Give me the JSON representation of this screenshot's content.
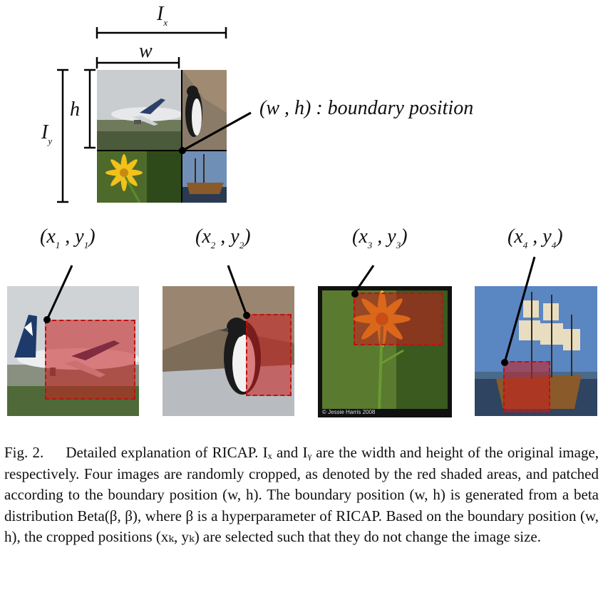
{
  "figure": {
    "dimension_labels": {
      "Ix": {
        "main": "I",
        "sub": "x"
      },
      "Iy": {
        "main": "I",
        "sub": "y"
      },
      "w": "w",
      "h": "h"
    },
    "boundary_label": "(w , h) : boundary position",
    "crop_labels": [
      {
        "main_x": "x",
        "sub_x": "1",
        "main_y": "y",
        "sub_y": "1"
      },
      {
        "main_x": "x",
        "sub_x": "2",
        "main_y": "y",
        "sub_y": "2"
      },
      {
        "main_x": "x",
        "sub_x": "3",
        "main_y": "y",
        "sub_y": "3"
      },
      {
        "main_x": "x",
        "sub_x": "4",
        "main_y": "y",
        "sub_y": "4"
      }
    ],
    "photo_credit": "© Jessie Harris 2008",
    "colors": {
      "crop_fill": "#c81e1e",
      "crop_border": "#c01010"
    }
  },
  "caption": {
    "lead": "Fig. 2.",
    "text": "Detailed explanation of RICAP. Iₓ and Iᵧ are the width and height of the original image, respectively. Four images are randomly cropped, as denoted by the red shaded areas, and patched according to the boundary position (w, h). The boundary position (w, h) is generated from a beta distribution Beta(β, β), where β is a hyperparameter of RICAP. Based on the boundary position (w, h), the cropped positions (xₖ, yₖ) are selected such that they do not change the image size."
  }
}
